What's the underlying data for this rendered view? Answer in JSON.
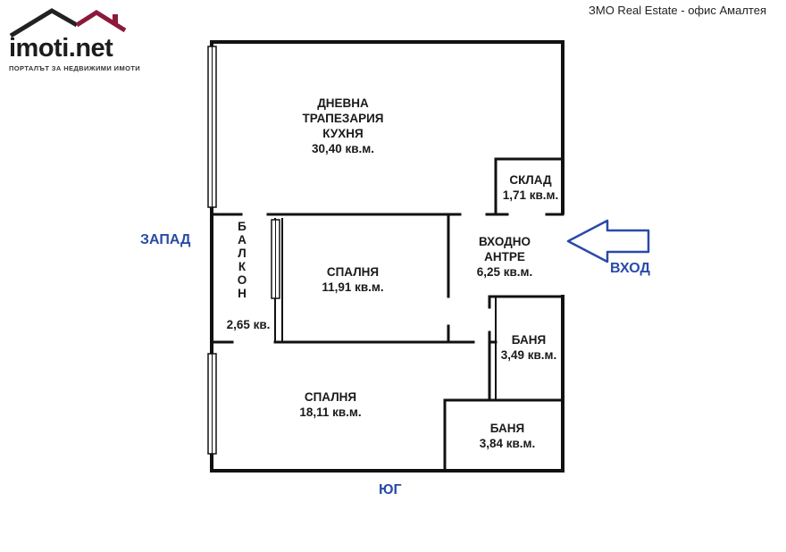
{
  "logo": {
    "name": "imoti.net",
    "tagline": "ПОРТАЛЪТ ЗА НЕДВИЖИМИ ИМОТИ"
  },
  "agency": "ЗМО Real Estate - офис Амалтея",
  "directions": {
    "west": "ЗАПАД",
    "south": "ЮГ",
    "entrance": "ВХОД"
  },
  "rooms": {
    "living": {
      "lines": [
        "ДНЕВНА",
        "ТРАПЕЗАРИЯ",
        "КУХНЯ"
      ],
      "area": "30,40 кв.м."
    },
    "storage": {
      "name": "СКЛАД",
      "area": "1,71 кв.м."
    },
    "entry_hall": {
      "lines": [
        "ВХОДНО",
        "АНТРЕ"
      ],
      "area": "6,25 кв.м."
    },
    "balcony": {
      "letters": [
        "Б",
        "А",
        "Л",
        "К",
        "О",
        "Н"
      ],
      "area": "2,65 кв."
    },
    "bedroom1": {
      "name": "СПАЛНЯ",
      "area": "11,91 кв.м."
    },
    "bathroom1": {
      "name": "БАНЯ",
      "area": "3,49 кв.м."
    },
    "bedroom2": {
      "name": "СПАЛНЯ",
      "area": "18,11 кв.м."
    },
    "bathroom2": {
      "name": "БАНЯ",
      "area": "3,84 кв.м."
    }
  },
  "colors": {
    "wall": "#111111",
    "direction_text": "#2a4aa8",
    "logo_roof": "#8b1a3a"
  }
}
